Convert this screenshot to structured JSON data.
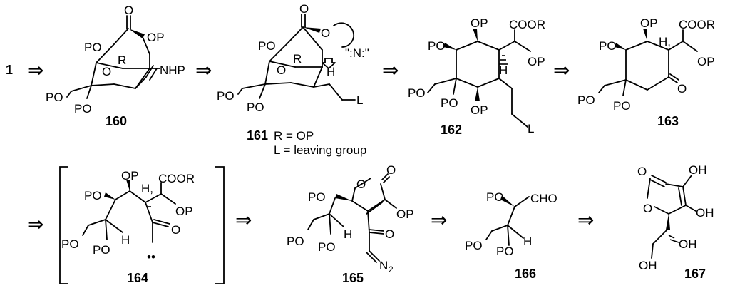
{
  "start": {
    "label": "1"
  },
  "arrows": {
    "retro": "⇒"
  },
  "dots": {
    "carbene": "••"
  },
  "c160": {
    "id": "160",
    "O_carbonyl": "O",
    "OP_a": "OP",
    "PO_a": "PO",
    "R": "R",
    "O_bridge": "O",
    "NHP": "NHP",
    "PO_b": "PO",
    "PO_c": "PO"
  },
  "c161": {
    "id": "161",
    "O_carbonyl": "O",
    "O_link": "O",
    "PO_a": "PO",
    "R": "R",
    "O_bridge": "O",
    "H": "H",
    "nucleophile": "\":N:\"",
    "PO_b": "PO",
    "PO_c": "PO",
    "L": "L",
    "note_R": "R = OP",
    "note_L": "L = leaving group"
  },
  "c162": {
    "id": "162",
    "OP_top": "OP",
    "COOR": "COOR",
    "PO_a": "PO",
    "H": "H",
    "OP_side": "OP",
    "PO_b": "PO",
    "PO_c": "PO",
    "OP_bottom": "OP",
    "L": "L"
  },
  "c163": {
    "id": "163",
    "OP_top": "OP",
    "COOR": "COOR",
    "H": "H,",
    "PO_a": "PO",
    "OP_side": "OP",
    "PO_b": "PO",
    "PO_c": "PO",
    "O_ketone": "O"
  },
  "c164": {
    "id": "164",
    "OP_top": "OP",
    "COOR": "COOR",
    "H": "H,",
    "PO_a": "PO",
    "OP_side": "OP",
    "O_ketone": "O",
    "PO_b": "PO",
    "PO_c": "PO",
    "H2": "H"
  },
  "c165": {
    "id": "165",
    "O_ring": "O",
    "O_carbonyl": "O",
    "PO_a": "PO",
    "OP": "OP",
    "O_ketone": "O",
    "PO_b": "PO",
    "PO_c": "PO",
    "H": "H",
    "N2": "N",
    "N2_sub": "2"
  },
  "c166": {
    "id": "166",
    "PO_a": "PO",
    "CHO": "CHO",
    "PO_b": "PO",
    "PO_c": "PO",
    "H": "H"
  },
  "c167": {
    "id": "167",
    "O_carbonyl": "O",
    "OH_a": "OH",
    "O_ring": "O",
    "OH_b": "OH",
    "OH_c": "OH",
    "OH_d": "OH"
  }
}
